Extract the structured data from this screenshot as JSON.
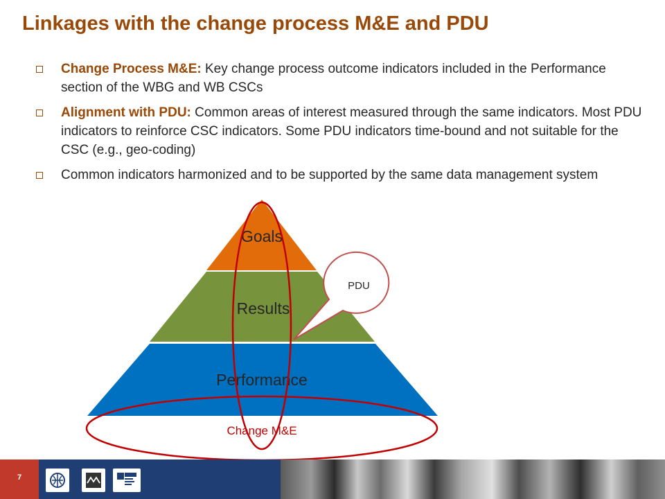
{
  "slide": {
    "title": "Linkages with the change process M&E and PDU",
    "bullets": [
      {
        "lead": "Change Process M&E:",
        "text": " Key change process outcome indicators included in the Performance section of the WBG and WB CSCs"
      },
      {
        "lead": "Alignment with PDU:",
        "text": " Common areas of interest measured through the same indicators.  Most PDU indicators to reinforce CSC indicators.  Some PDU indicators time-bound and not suitable for the CSC (e.g., geo-coding)"
      },
      {
        "lead": "",
        "text": "Common indicators harmonized and to be supported by the same data management system"
      }
    ]
  },
  "diagram": {
    "tiers": [
      {
        "label": "Goals",
        "color": "#e36c0a"
      },
      {
        "label": "Results",
        "color": "#77933c"
      },
      {
        "label": "Performance",
        "color": "#0070c0"
      }
    ],
    "callout": {
      "label": "PDU",
      "border_color": "#c0504d"
    },
    "ellipse_label": "Change M&E",
    "outline_color": "#c00000"
  },
  "footer": {
    "page_number": "7",
    "logos": [
      "world-bank-globe-icon",
      "miga-logo",
      "ifc-logo"
    ],
    "colors": {
      "bar": "#1f3f74",
      "page_box": "#c0392b"
    }
  }
}
